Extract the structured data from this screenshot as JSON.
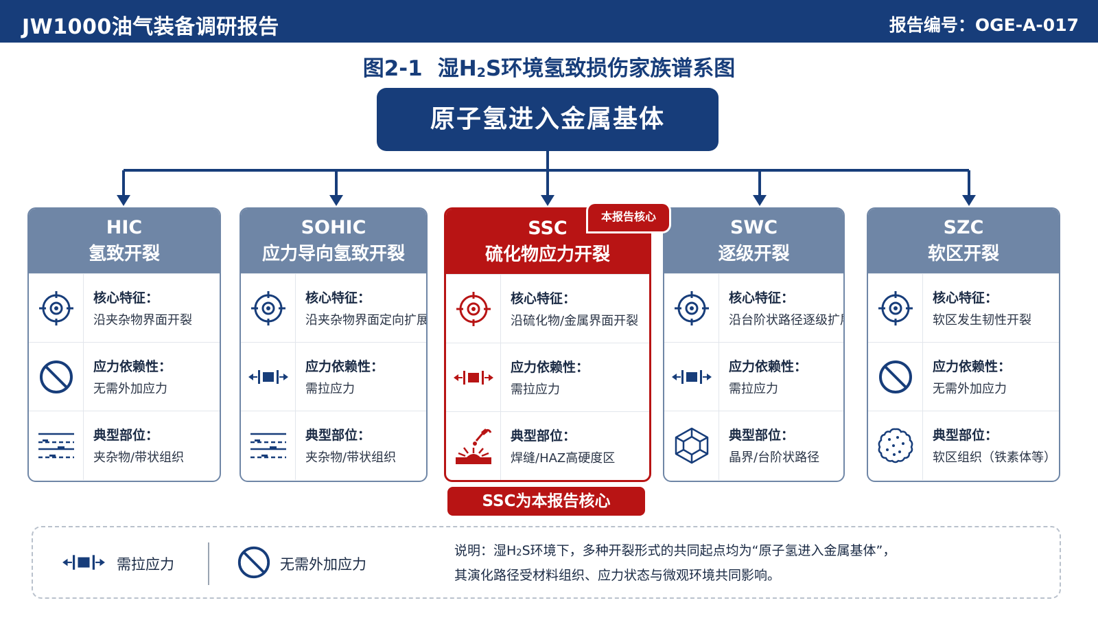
{
  "header": {
    "title": "JW1000油气装备调研报告",
    "report_no": "报告编号：OGE-A-017"
  },
  "figure": {
    "number": "图2-1",
    "title_pre": "湿H",
    "title_sub": "2",
    "title_post": "S环境氢致损伤家族谱系图"
  },
  "root": {
    "label": "原子氢进入金属基体"
  },
  "cards": [
    {
      "abbr": "HIC",
      "name": "氢致开裂",
      "rows": [
        {
          "label": "核心特征：",
          "value": "沿夹杂物界面开裂",
          "icon": "target-icon"
        },
        {
          "label": "应力依赖性：",
          "value": "无需外加应力",
          "icon": "no-stress-icon"
        },
        {
          "label": "典型部位：",
          "value": "夹杂物/带状组织",
          "icon": "banded-structure-icon"
        }
      ]
    },
    {
      "abbr": "SOHIC",
      "name": "应力导向氢致开裂",
      "rows": [
        {
          "label": "核心特征：",
          "value": "沿夹杂物界面定向扩展",
          "icon": "target-icon"
        },
        {
          "label": "应力依赖性：",
          "value": "需拉应力",
          "icon": "tensile-stress-icon"
        },
        {
          "label": "典型部位：",
          "value": "夹杂物/带状组织",
          "icon": "banded-structure-icon"
        }
      ]
    },
    {
      "abbr": "SSC",
      "name": "硫化物应力开裂",
      "rows": [
        {
          "label": "核心特征：",
          "value": "沿硫化物/金属界面开裂",
          "icon": "target-icon"
        },
        {
          "label": "应力依赖性：",
          "value": "需拉应力",
          "icon": "tensile-stress-icon"
        },
        {
          "label": "典型部位：",
          "value": "焊缝/HAZ高硬度区",
          "icon": "welding-icon"
        }
      ]
    },
    {
      "abbr": "SWC",
      "name": "逐级开裂",
      "rows": [
        {
          "label": "核心特征：",
          "value": "沿台阶状路径逐级扩展",
          "icon": "target-icon"
        },
        {
          "label": "应力依赖性：",
          "value": "需拉应力",
          "icon": "tensile-stress-icon"
        },
        {
          "label": "典型部位：",
          "value": "晶界/台阶状路径",
          "icon": "crystal-grain-icon"
        }
      ]
    },
    {
      "abbr": "SZC",
      "name": "软区开裂",
      "rows": [
        {
          "label": "核心特征：",
          "value": "软区发生韧性开裂",
          "icon": "target-icon"
        },
        {
          "label": "应力依赖性：",
          "value": "无需外加应力",
          "icon": "no-stress-icon"
        },
        {
          "label": "典型部位：",
          "value": "软区组织（铁素体等）",
          "icon": "soft-zone-icon"
        }
      ]
    }
  ],
  "core_tag": "本报告核心",
  "core_label": "SSC为本报告核心",
  "legend": {
    "tensile_label": "需拉应力",
    "no_stress_label": "无需外加应力",
    "note_line1_pre": "说明：湿H",
    "note_line1_sub": "2",
    "note_line1_post": "S环境下，多种开裂形式的共同起点均为“原子氢进入金属基体”，",
    "note_line2": "其演化路径受材料组织、应力状态与微观环境共同影响。"
  },
  "colors": {
    "navy": "#173d7a",
    "card_header": "#6f86a6",
    "core_red": "#b81414"
  }
}
